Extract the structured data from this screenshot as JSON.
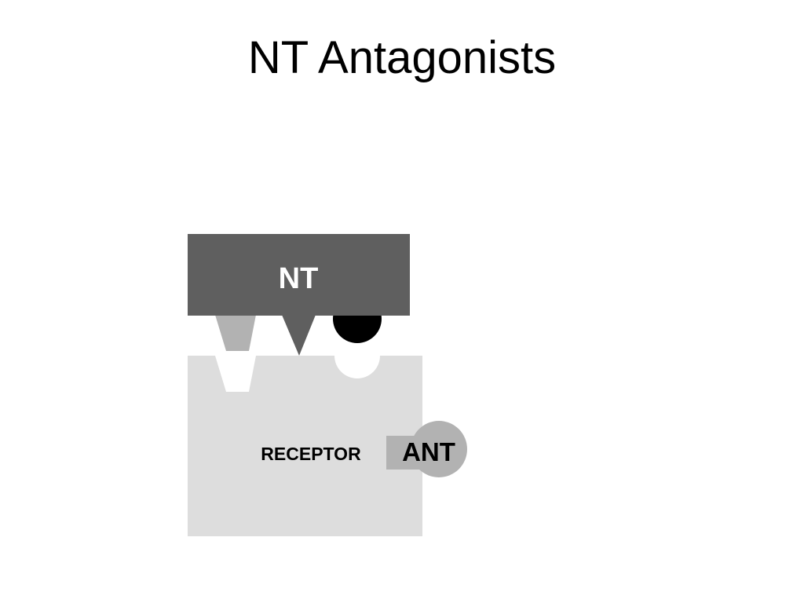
{
  "slide": {
    "title": "NT Antagonists"
  },
  "diagram": {
    "neurotransmitter_label": "NT",
    "receptor_label": "RECEPTOR",
    "antagonist_label": "ANT",
    "colors": {
      "neurotransmitter": "#5f5f5f",
      "receptor": "#dddddd",
      "antagonist": "#b2b2b2",
      "triangle_peg": "#b2b2b2",
      "round_peg": "#000000",
      "background": "#ffffff",
      "text_dark": "#000000",
      "text_light": "#ffffff"
    }
  }
}
